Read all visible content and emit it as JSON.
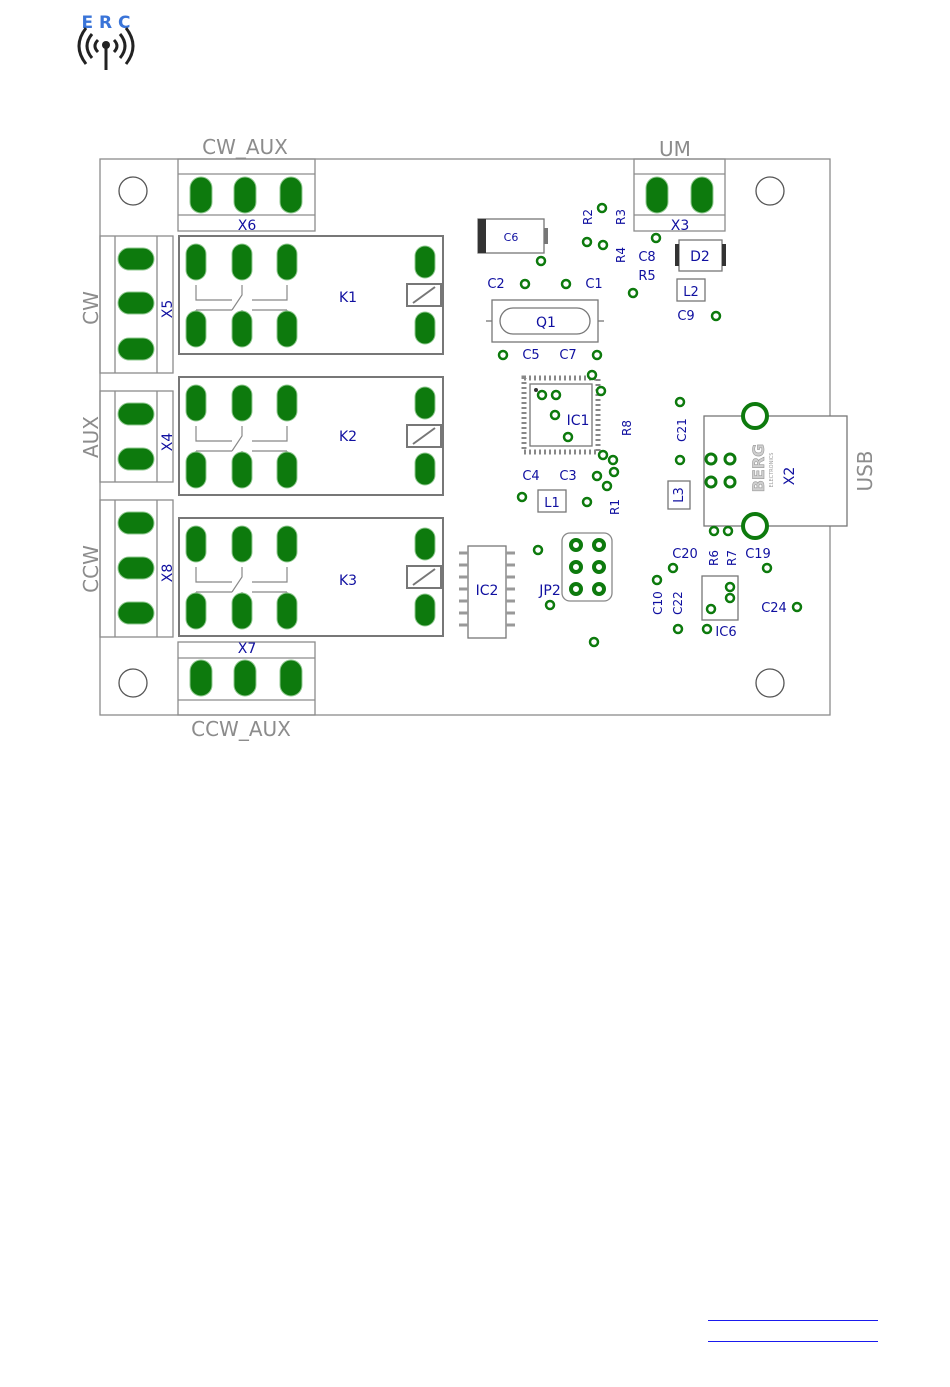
{
  "logo": {
    "letters": "E R C"
  },
  "board": {
    "connectors": {
      "cw_aux": "CW_AUX",
      "um": "UM",
      "cw": "CW",
      "aux": "AUX",
      "ccw": "CCW",
      "ccw_aux": "CCW_AUX",
      "usb": "USB"
    },
    "refs": {
      "x6": "X6",
      "x3": "X3",
      "x5": "X5",
      "x4": "X4",
      "x8": "X8",
      "x7": "X7",
      "x2": "X2",
      "k1": "K1",
      "k2": "K2",
      "k3": "K3",
      "ic1": "IC1",
      "ic2": "IC2",
      "ic6": "IC6",
      "jp2": "JP2",
      "q1": "Q1",
      "c1": "C1",
      "c2": "C2",
      "c3": "C3",
      "c4": "C4",
      "c5": "C5",
      "c6": "C6",
      "c7": "C7",
      "c8": "C8",
      "c9": "C9",
      "c10": "C10",
      "c19": "C19",
      "c20": "C20",
      "c21": "C21",
      "c22": "C22",
      "c24": "C24",
      "r1": "R1",
      "r2": "R2",
      "r3": "R3",
      "r4": "R4",
      "r5": "R5",
      "r6": "R6",
      "r7": "R7",
      "r8": "R8",
      "l1": "L1",
      "l2": "L2",
      "l3": "L3",
      "d2": "D2"
    },
    "usb_brand": "BERG",
    "usb_brand_sub": "ELECTRONICS"
  },
  "colors": {
    "pad": "#0d7a0d",
    "outline": "#8c8c8c",
    "label": "#1010a0",
    "link": "#1a1aee"
  }
}
